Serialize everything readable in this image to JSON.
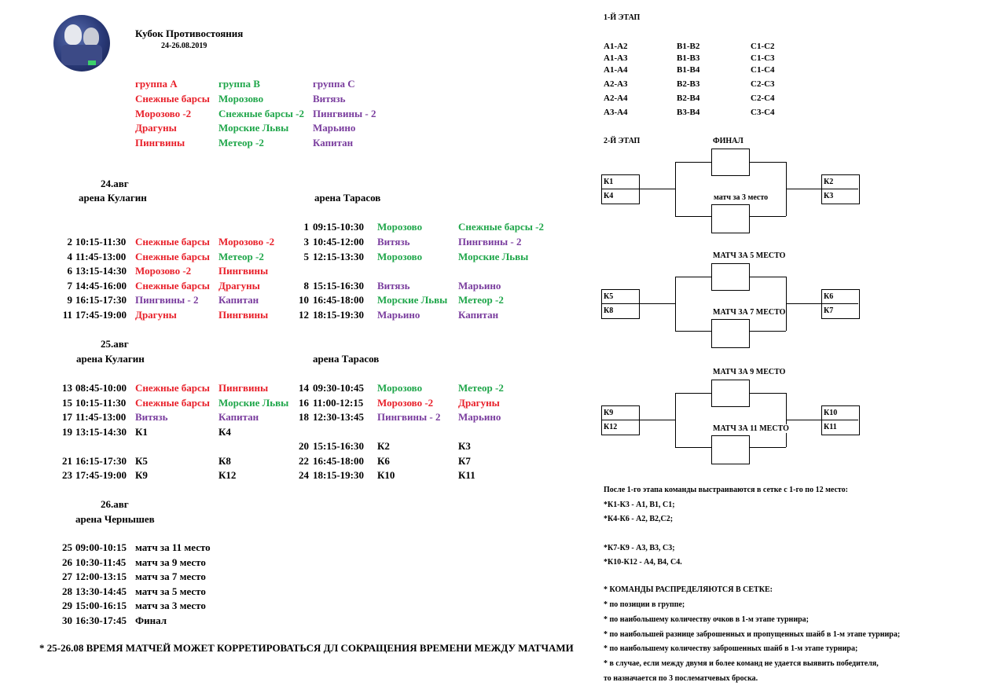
{
  "header": {
    "title": "Кубок Противостояния",
    "dates": "24-26.08.2019"
  },
  "groups": {
    "a": {
      "title": "группа А",
      "teams": [
        "Снежные барсы",
        "Морозово -2",
        "Драгуны",
        "Пингвины"
      ]
    },
    "b": {
      "title": "группа В",
      "teams": [
        "Морозово",
        "Снежные барсы -2",
        "Морские Львы",
        "Метеор -2"
      ]
    },
    "c": {
      "title": "группа С",
      "teams": [
        "Витязь",
        "Пингвины - 2",
        "Марьино",
        "Капитан"
      ]
    }
  },
  "day1": {
    "date": "24.авг",
    "arena_left": "арена Кулагин",
    "arena_right": "арена Тарасов",
    "left": [
      [
        "2",
        "10:15-11:30",
        "Снежные барсы",
        "Морозово -2"
      ],
      [
        "4",
        "11:45-13:00",
        "Снежные барсы",
        "Метеор -2"
      ],
      [
        "6",
        "13:15-14:30",
        "Морозово -2",
        "Пингвины"
      ],
      [
        "7",
        "14:45-16:00",
        "Снежные барсы",
        "Драгуны"
      ],
      [
        "9",
        "16:15-17:30",
        "Пингвины - 2",
        "Капитан"
      ],
      [
        "11",
        "17:45-19:00",
        "Драгуны",
        "Пингвины"
      ]
    ],
    "right": [
      [
        "1",
        "09:15-10:30",
        "Морозово",
        "Снежные барсы -2"
      ],
      [
        "3",
        "10:45-12:00",
        "Витязь",
        "Пингвины - 2"
      ],
      [
        "5",
        "12:15-13:30",
        "Морозово",
        "Морские Львы"
      ],
      [
        "8",
        "15:15-16:30",
        "Витязь",
        "Марьино"
      ],
      [
        "10",
        "16:45-18:00",
        "Морские Львы",
        "Метеор -2"
      ],
      [
        "12",
        "18:15-19:30",
        "Марьино",
        "Капитан"
      ]
    ]
  },
  "day2": {
    "date": "25.авг",
    "arena_left": "арена Кулагин",
    "arena_right": "арена Тарасов",
    "left": [
      [
        "13",
        "08:45-10:00",
        "Снежные барсы",
        "Пингвины"
      ],
      [
        "15",
        "10:15-11:30",
        "Снежные барсы",
        "Морские Львы"
      ],
      [
        "17",
        "11:45-13:00",
        "Витязь",
        "Капитан"
      ],
      [
        "19",
        "13:15-14:30",
        "К1",
        "К4"
      ],
      [
        "21",
        "16:15-17:30",
        "К5",
        "К8"
      ],
      [
        "23",
        "17:45-19:00",
        "К9",
        "К12"
      ]
    ],
    "right": [
      [
        "14",
        "09:30-10:45",
        "Морозово",
        "Метеор -2"
      ],
      [
        "16",
        "11:00-12:15",
        "Морозово -2",
        "Драгуны"
      ],
      [
        "18",
        "12:30-13:45",
        "Пингвины - 2",
        "Марьино"
      ],
      [
        "20",
        "15:15-16:30",
        "К2",
        "К3"
      ],
      [
        "22",
        "16:45-18:00",
        "К6",
        "К7"
      ],
      [
        "24",
        "18:15-19:30",
        "К10",
        "К11"
      ]
    ]
  },
  "day3": {
    "date": "26.авг",
    "arena": "арена Чернышев",
    "games": [
      [
        "25",
        "09:00-10:15",
        "матч за 11 место"
      ],
      [
        "26",
        "10:30-11:45",
        "матч за 9 место"
      ],
      [
        "27",
        "12:00-13:15",
        "матч за 7 место"
      ],
      [
        "28",
        "13:30-14:45",
        "матч за 5 место"
      ],
      [
        "29",
        "15:00-16:15",
        "матч за 3 место"
      ],
      [
        "30",
        "16:30-17:45",
        "Финал"
      ]
    ]
  },
  "footnote": "* 25-26.08 ВРЕМЯ МАТЧЕЙ МОЖЕТ КОРРЕТИРОВАТЬСЯ ДЛ СОКРАЩЕНИЯ ВРЕМЕНИ МЕЖДУ МАТЧАМИ",
  "stage1": {
    "title": "1-Й ЭТАП",
    "rows": [
      [
        "А1-А2",
        "В1-В2",
        "С1-С2"
      ],
      [
        "А1-А3",
        "В1-В3",
        "С1-С3"
      ],
      [
        "А1-А4",
        "В1-В4",
        "С1-С4"
      ],
      [
        "А2-А3",
        "В2-В3",
        "С2-С3"
      ],
      [
        "А2-А4",
        "В2-В4",
        "С2-С4"
      ],
      [
        "А3-А4",
        "В3-В4",
        "С3-С4"
      ]
    ]
  },
  "stage2": {
    "title": "2-Й ЭТАП",
    "brackets": [
      {
        "top_label": "ФИНАЛ",
        "mid_label": "матч за 3 место",
        "left": [
          "К1",
          "К4"
        ],
        "right": [
          "К2",
          "К3"
        ]
      },
      {
        "top_label": "МАТЧ ЗА 5 МЕСТО",
        "mid_label": "МАТЧ ЗА 7 МЕСТО",
        "left": [
          "К5",
          "К8"
        ],
        "right": [
          "К6",
          "К7"
        ]
      },
      {
        "top_label": "МАТЧ ЗА 9 МЕСТО",
        "mid_label": "МАТЧ ЗА 11 МЕСТО",
        "left": [
          "К9",
          "К12"
        ],
        "right": [
          "К10",
          "К11"
        ]
      }
    ]
  },
  "notes": {
    "intro": "После 1-го этапа команды выстраиваются в сетке с 1-го по 12 место:",
    "seeding": [
      "*К1-К3 - А1, В1, С1;",
      "*К4-К6 - А2, В2,С2;",
      "*К7-К9 - А3, В3, С3;",
      "*К10-К12 - А4, В4, С4."
    ],
    "rules_title": "* КОМАНДЫ РАСПРЕДЕЛЯЮТСЯ В СЕТКЕ:",
    "rules": [
      "* по позиции в группе;",
      "* по наибольшему количеству очков в 1-м этапе турнира;",
      "* по наибольшей разнице заброшенных и пропущенных шайб в 1-м этапе турнира;",
      "* по наибольшему количеству заброшенных шайб в 1-м этапе турнира;",
      "* в случае, если между двумя и более команд не удается выявить победителя,",
      "то назначается по 3 послематчевых броска."
    ]
  }
}
